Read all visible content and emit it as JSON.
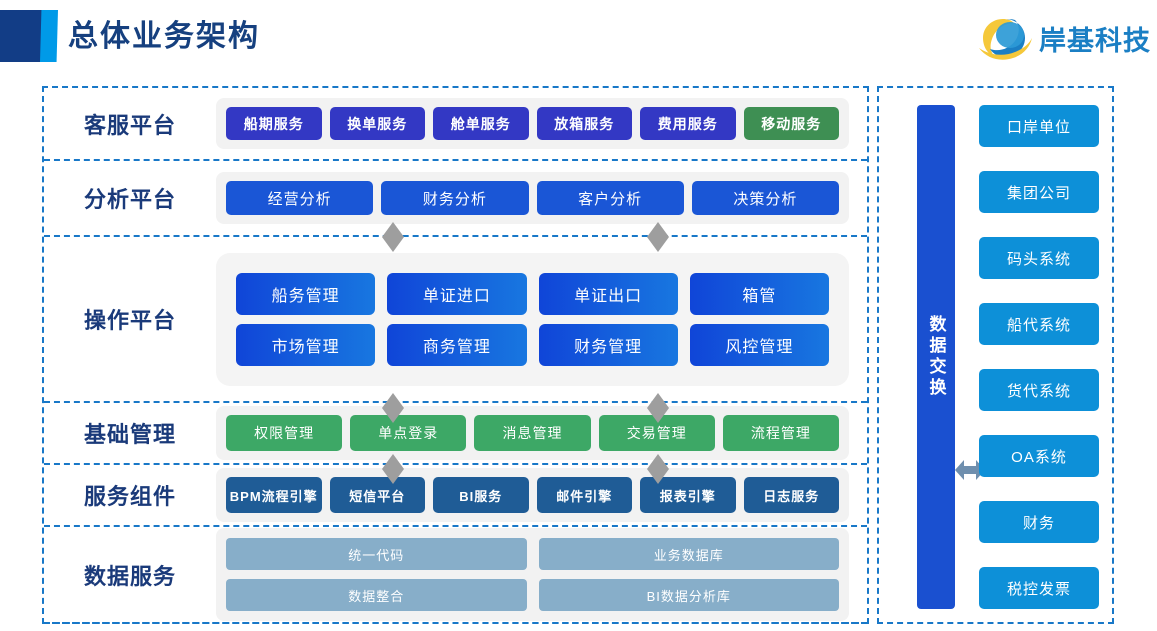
{
  "header": {
    "title": "总体业务架构",
    "logo_text": "岸基科技",
    "logo_mark": "wave-circle-logo-icon",
    "accent_dark": "#123d86",
    "accent_bright": "#009ae8",
    "title_color": "#16407f"
  },
  "architecture": {
    "bands": [
      {
        "label": "客服平台",
        "items": [
          "船期服务",
          "换单服务",
          "舱单服务",
          "放箱服务",
          "费用服务",
          "移动服务"
        ],
        "colors": [
          "#3338c4",
          "#3338c4",
          "#3338c4",
          "#3338c4",
          "#3338c4",
          "#3e8f53"
        ]
      },
      {
        "label": "分析平台",
        "items": [
          "经营分析",
          "财务分析",
          "客户分析",
          "决策分析"
        ],
        "colors": [
          "#1a56d6",
          "#1a56d6",
          "#1a56d6",
          "#1a56d6"
        ]
      },
      {
        "label": "操作平台",
        "row1": [
          "船务管理",
          "单证进口",
          "单证出口",
          "箱管"
        ],
        "row2": [
          "市场管理",
          "商务管理",
          "财务管理",
          "风控管理"
        ],
        "color": "#1045d8"
      },
      {
        "label": "基础管理",
        "items": [
          "权限管理",
          "单点登录",
          "消息管理",
          "交易管理",
          "流程管理"
        ],
        "color": "#3da866"
      },
      {
        "label": "服务组件",
        "items": [
          "BPM流程引擎",
          "短信平台",
          "BI服务",
          "邮件引擎",
          "报表引擎",
          "日志服务"
        ],
        "color": "#1f5c96"
      },
      {
        "label": "数据服务",
        "row1": [
          "统一代码",
          "业务数据库"
        ],
        "row2": [
          "数据整合",
          "BI数据分析库"
        ],
        "color": "#87aec9"
      }
    ]
  },
  "exchange": {
    "label": "数据交换",
    "color": "#1a50d0",
    "arrow_icon": "double-arrow-horizontal-icon"
  },
  "external": {
    "items": [
      "口岸单位",
      "集团公司",
      "码头系统",
      "船代系统",
      "货代系统",
      "OA系统",
      "财务",
      "税控发票"
    ],
    "color": "#0d90d8"
  },
  "connectors": {
    "icon": "double-arrow-vertical-icon",
    "color": "#9e9e9e"
  }
}
